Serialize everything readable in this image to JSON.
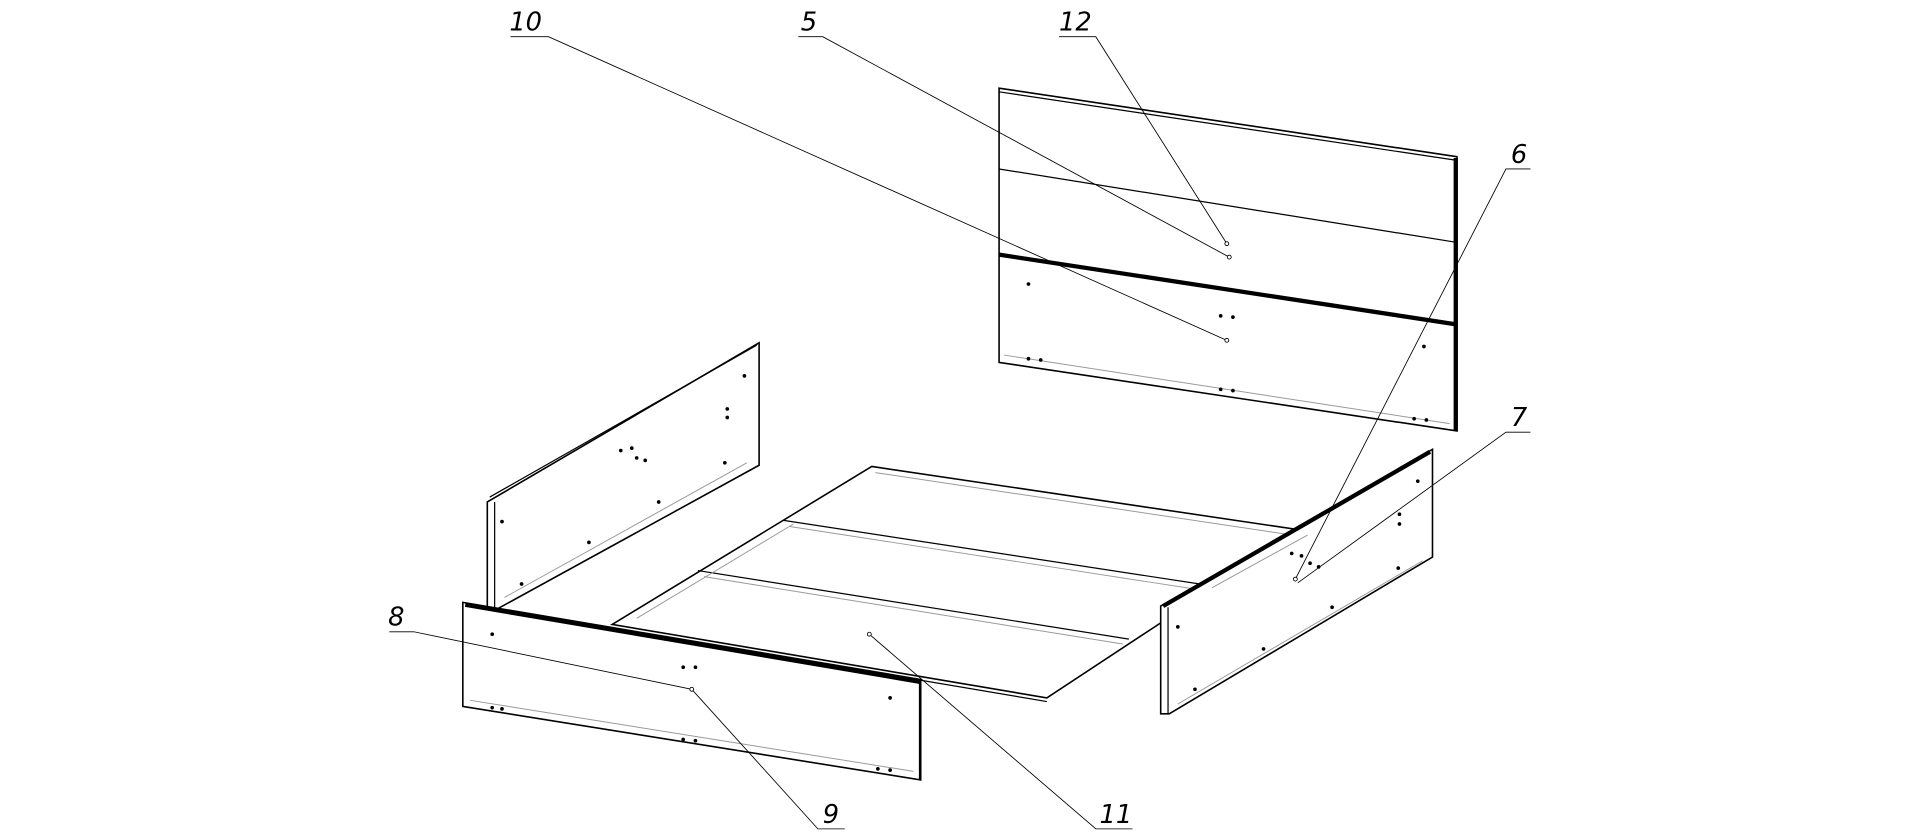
{
  "diagram": {
    "type": "exploded assembly drawing of a bed",
    "callouts": [
      {
        "id": "callout-10",
        "label": "10"
      },
      {
        "id": "callout-5",
        "label": "5"
      },
      {
        "id": "callout-12",
        "label": "12"
      },
      {
        "id": "callout-6",
        "label": "6"
      },
      {
        "id": "callout-7",
        "label": "7"
      },
      {
        "id": "callout-8",
        "label": "8"
      },
      {
        "id": "callout-9",
        "label": "9"
      },
      {
        "id": "callout-11",
        "label": "11"
      }
    ]
  }
}
